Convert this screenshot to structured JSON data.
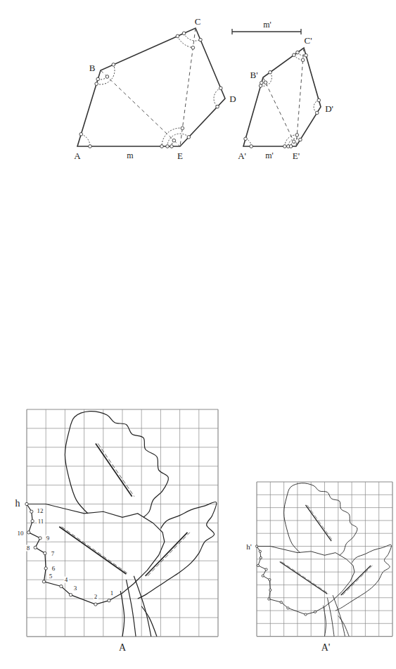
{
  "diagram": {
    "labels": [
      "C",
      "m'",
      "B",
      "D",
      "A",
      "m",
      "E",
      "C'",
      "B'",
      "D'",
      "A'",
      "m'",
      "E'",
      "h",
      "12",
      "11",
      "10",
      "9",
      "8",
      "7",
      "6",
      "5",
      "4",
      "3",
      "2",
      "1",
      "A",
      "A'",
      "h'"
    ]
  }
}
